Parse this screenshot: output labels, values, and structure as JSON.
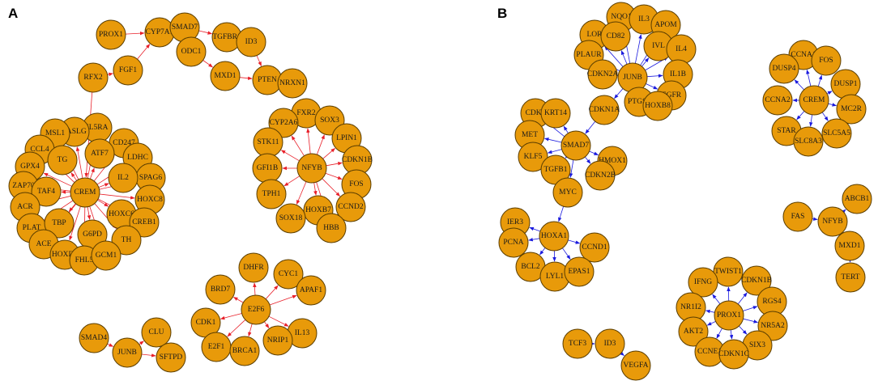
{
  "colors": {
    "node_fill": "#E89A0A",
    "node_stroke": "#5A3D00",
    "panel_a_edge": "#E8202A",
    "panel_b_edge": "#1A1ADE"
  },
  "panels": [
    {
      "letter": "A",
      "edge_color_key": "panel_a_edge",
      "nodes": [
        {
          "id": "PROX1a",
          "label": "PROX1"
        },
        {
          "id": "CYP7A1",
          "label": "CYP7A1"
        },
        {
          "id": "FGF1",
          "label": "FGF1"
        },
        {
          "id": "RFX2",
          "label": "RFX2"
        },
        {
          "id": "SMAD7a",
          "label": "SMAD7"
        },
        {
          "id": "TGFBR1",
          "label": "TGFBR1"
        },
        {
          "id": "ODC1",
          "label": "ODC1"
        },
        {
          "id": "ID3a",
          "label": "ID3"
        },
        {
          "id": "PTEN",
          "label": "PTEN"
        },
        {
          "id": "NRXN1",
          "label": "NRXN1"
        },
        {
          "id": "MXD1a",
          "label": "MXD1"
        },
        {
          "id": "CREMa",
          "label": "CREM"
        },
        {
          "id": "IL5RA",
          "label": "IL5RA"
        },
        {
          "id": "FASLG",
          "label": "FASLG"
        },
        {
          "id": "MSL1",
          "label": "MSL1"
        },
        {
          "id": "CD247",
          "label": "CD247"
        },
        {
          "id": "ATF7",
          "label": "ATF7"
        },
        {
          "id": "LDHC",
          "label": "LDHC"
        },
        {
          "id": "CCL4",
          "label": "CCL4"
        },
        {
          "id": "TG",
          "label": "TG"
        },
        {
          "id": "GPX4",
          "label": "GPX4"
        },
        {
          "id": "SPAG6",
          "label": "SPAG6"
        },
        {
          "id": "IL2",
          "label": "IL2"
        },
        {
          "id": "ZAP70",
          "label": "ZAP70"
        },
        {
          "id": "TAF4",
          "label": "TAF4"
        },
        {
          "id": "HOXC8",
          "label": "HOXC8"
        },
        {
          "id": "ACR",
          "label": "ACR"
        },
        {
          "id": "HOXC6",
          "label": "HOXC6"
        },
        {
          "id": "CREB1",
          "label": "CREB1"
        },
        {
          "id": "PLAT",
          "label": "PLAT"
        },
        {
          "id": "TBP",
          "label": "TBP"
        },
        {
          "id": "G6PD",
          "label": "G6PD"
        },
        {
          "id": "TH",
          "label": "TH"
        },
        {
          "id": "ACE",
          "label": "ACE"
        },
        {
          "id": "HOXD9",
          "label": "HOXD9"
        },
        {
          "id": "FHL5",
          "label": "FHL5"
        },
        {
          "id": "GCM1",
          "label": "GCM1"
        },
        {
          "id": "NFYBa",
          "label": "NFYB"
        },
        {
          "id": "FXR2",
          "label": "FXR2"
        },
        {
          "id": "SOX3",
          "label": "SOX3"
        },
        {
          "id": "CYP2A6",
          "label": "CYP2A6"
        },
        {
          "id": "LPIN1",
          "label": "LPIN1"
        },
        {
          "id": "STK11",
          "label": "STK11"
        },
        {
          "id": "CDKN1Ba",
          "label": "CDKN1B"
        },
        {
          "id": "GFI1B",
          "label": "GFI1B"
        },
        {
          "id": "FOSa",
          "label": "FOS"
        },
        {
          "id": "TPH1",
          "label": "TPH1"
        },
        {
          "id": "CCND2",
          "label": "CCND2"
        },
        {
          "id": "HOXB7",
          "label": "HOXB7"
        },
        {
          "id": "SOX18",
          "label": "SOX18"
        },
        {
          "id": "HBB",
          "label": "HBB"
        },
        {
          "id": "E2F6",
          "label": "E2F6"
        },
        {
          "id": "DHFR",
          "label": "DHFR"
        },
        {
          "id": "CYC1",
          "label": "CYC1"
        },
        {
          "id": "BRD7",
          "label": "BRD7"
        },
        {
          "id": "APAF1",
          "label": "APAF1"
        },
        {
          "id": "CDK1",
          "label": "CDK1"
        },
        {
          "id": "IL13",
          "label": "IL13"
        },
        {
          "id": "E2F1",
          "label": "E2F1"
        },
        {
          "id": "BRCA1",
          "label": "BRCA1"
        },
        {
          "id": "NRIP1",
          "label": "NRIP1"
        },
        {
          "id": "SMAD4",
          "label": "SMAD4"
        },
        {
          "id": "CLU",
          "label": "CLU"
        },
        {
          "id": "JUNBa",
          "label": "JUNB"
        },
        {
          "id": "SFTPD",
          "label": "SFTPD"
        }
      ],
      "edges": [
        [
          "PROX1a",
          "CYP7A1"
        ],
        [
          "FGF1",
          "CYP7A1"
        ],
        [
          "RFX2",
          "FGF1"
        ],
        [
          "RFX2",
          "CREMa"
        ],
        [
          "SMAD7a",
          "TGFBR1"
        ],
        [
          "SMAD7a",
          "ODC1"
        ],
        [
          "ODC1",
          "MXD1a"
        ],
        [
          "MXD1a",
          "PTEN"
        ],
        [
          "ID3a",
          "PTEN"
        ],
        [
          "PTEN",
          "NRXN1"
        ],
        [
          "CREMa",
          "IL5RA"
        ],
        [
          "CREMa",
          "FASLG"
        ],
        [
          "CREMa",
          "MSL1"
        ],
        [
          "CREMa",
          "CD247"
        ],
        [
          "CREMa",
          "ATF7"
        ],
        [
          "CREMa",
          "LDHC"
        ],
        [
          "CREMa",
          "CCL4"
        ],
        [
          "CREMa",
          "TG"
        ],
        [
          "CREMa",
          "GPX4"
        ],
        [
          "CREMa",
          "SPAG6"
        ],
        [
          "CREMa",
          "IL2"
        ],
        [
          "CREMa",
          "ZAP70"
        ],
        [
          "CREMa",
          "TAF4"
        ],
        [
          "CREMa",
          "HOXC8"
        ],
        [
          "CREMa",
          "ACR"
        ],
        [
          "CREMa",
          "HOXC6"
        ],
        [
          "CREMa",
          "CREB1"
        ],
        [
          "CREMa",
          "PLAT"
        ],
        [
          "CREMa",
          "TBP"
        ],
        [
          "CREMa",
          "G6PD"
        ],
        [
          "CREMa",
          "TH"
        ],
        [
          "CREMa",
          "ACE"
        ],
        [
          "CREMa",
          "HOXD9"
        ],
        [
          "CREMa",
          "FHL5"
        ],
        [
          "CREMa",
          "GCM1"
        ],
        [
          "NFYBa",
          "FXR2"
        ],
        [
          "NFYBa",
          "SOX3"
        ],
        [
          "NFYBa",
          "CYP2A6"
        ],
        [
          "NFYBa",
          "LPIN1"
        ],
        [
          "NFYBa",
          "STK11"
        ],
        [
          "NFYBa",
          "CDKN1Ba"
        ],
        [
          "NFYBa",
          "GFI1B"
        ],
        [
          "NFYBa",
          "FOSa"
        ],
        [
          "NFYBa",
          "TPH1"
        ],
        [
          "NFYBa",
          "CCND2"
        ],
        [
          "NFYBa",
          "HOXB7"
        ],
        [
          "NFYBa",
          "SOX18"
        ],
        [
          "NFYBa",
          "HBB"
        ],
        [
          "E2F6",
          "DHFR"
        ],
        [
          "E2F6",
          "CYC1"
        ],
        [
          "E2F6",
          "BRD7"
        ],
        [
          "E2F6",
          "APAF1"
        ],
        [
          "E2F6",
          "CDK1"
        ],
        [
          "E2F6",
          "IL13"
        ],
        [
          "E2F6",
          "E2F1"
        ],
        [
          "E2F6",
          "BRCA1"
        ],
        [
          "E2F6",
          "NRIP1"
        ],
        [
          "SMAD4",
          "JUNBa"
        ],
        [
          "JUNBa",
          "CLU"
        ],
        [
          "JUNBa",
          "SFTPD"
        ]
      ]
    },
    {
      "letter": "B",
      "edge_color_key": "panel_b_edge",
      "nodes": [
        {
          "id": "JUNBb",
          "label": "JUNB"
        },
        {
          "id": "NQO1",
          "label": "NQO1"
        },
        {
          "id": "IL3",
          "label": "IL3"
        },
        {
          "id": "APOM",
          "label": "APOM"
        },
        {
          "id": "LOR",
          "label": "LOR"
        },
        {
          "id": "CD82",
          "label": "CD82"
        },
        {
          "id": "IVL",
          "label": "IVL"
        },
        {
          "id": "IL4",
          "label": "IL4"
        },
        {
          "id": "PLAUR",
          "label": "PLAUR"
        },
        {
          "id": "IL1B",
          "label": "IL1B"
        },
        {
          "id": "CDKN2A",
          "label": "CDKN2A"
        },
        {
          "id": "EGFR",
          "label": "EGFR"
        },
        {
          "id": "PTGS2",
          "label": "PTGS2"
        },
        {
          "id": "HOXB8",
          "label": "HOXB8"
        },
        {
          "id": "CDKN1A",
          "label": "CDKN1A"
        },
        {
          "id": "SMAD7b",
          "label": "SMAD7"
        },
        {
          "id": "CDK1b",
          "label": "CDK1"
        },
        {
          "id": "KRT14",
          "label": "KRT14"
        },
        {
          "id": "MET",
          "label": "MET"
        },
        {
          "id": "HMOX1",
          "label": "HMOX1"
        },
        {
          "id": "KLF5",
          "label": "KLF5"
        },
        {
          "id": "TGFB1",
          "label": "TGFB1"
        },
        {
          "id": "CDKN2B",
          "label": "CDKN2B"
        },
        {
          "id": "MYC",
          "label": "MYC"
        },
        {
          "id": "HOXA1",
          "label": "HOXA1"
        },
        {
          "id": "IER3",
          "label": "IER3"
        },
        {
          "id": "PCNA",
          "label": "PCNA"
        },
        {
          "id": "CCND1",
          "label": "CCND1"
        },
        {
          "id": "BCL2",
          "label": "BCL2"
        },
        {
          "id": "LYL1",
          "label": "LYL1"
        },
        {
          "id": "EPAS1",
          "label": "EPAS1"
        },
        {
          "id": "CREMb",
          "label": "CREM"
        },
        {
          "id": "CCNA1",
          "label": "CCNA1"
        },
        {
          "id": "FOSb",
          "label": "FOS"
        },
        {
          "id": "DUSP4",
          "label": "DUSP4"
        },
        {
          "id": "DUSP1",
          "label": "DUSP1"
        },
        {
          "id": "CCNA2",
          "label": "CCNA2"
        },
        {
          "id": "MC2R",
          "label": "MC2R"
        },
        {
          "id": "STAR",
          "label": "STAR"
        },
        {
          "id": "SLC8A3",
          "label": "SLC8A3"
        },
        {
          "id": "SLC5A5",
          "label": "SLC5A5"
        },
        {
          "id": "NFYBb",
          "label": "NFYB"
        },
        {
          "id": "FAS",
          "label": "FAS"
        },
        {
          "id": "ABCB1",
          "label": "ABCB1"
        },
        {
          "id": "MXD1b",
          "label": "MXD1"
        },
        {
          "id": "TERT",
          "label": "TERT"
        },
        {
          "id": "PROX1b",
          "label": "PROX1"
        },
        {
          "id": "TWIST1",
          "label": "TWIST1"
        },
        {
          "id": "IFNG",
          "label": "IFNG"
        },
        {
          "id": "CDKN1Bb",
          "label": "CDKN1B"
        },
        {
          "id": "RGS4",
          "label": "RGS4"
        },
        {
          "id": "NR1I2",
          "label": "NR1I2"
        },
        {
          "id": "NR5A2",
          "label": "NR5A2"
        },
        {
          "id": "AKT2",
          "label": "AKT2"
        },
        {
          "id": "SIX3",
          "label": "SIX3"
        },
        {
          "id": "CCNE1",
          "label": "CCNE1"
        },
        {
          "id": "CDKN1C",
          "label": "CDKN1C"
        },
        {
          "id": "TCF3",
          "label": "TCF3"
        },
        {
          "id": "ID3b",
          "label": "ID3"
        },
        {
          "id": "VEGFA",
          "label": "VEGFA"
        }
      ],
      "edges": [
        [
          "JUNBb",
          "NQO1"
        ],
        [
          "JUNBb",
          "IL3"
        ],
        [
          "JUNBb",
          "APOM"
        ],
        [
          "JUNBb",
          "LOR"
        ],
        [
          "JUNBb",
          "CD82"
        ],
        [
          "JUNBb",
          "IVL"
        ],
        [
          "JUNBb",
          "IL4"
        ],
        [
          "JUNBb",
          "PLAUR"
        ],
        [
          "JUNBb",
          "IL1B"
        ],
        [
          "JUNBb",
          "CDKN2A"
        ],
        [
          "JUNBb",
          "EGFR"
        ],
        [
          "JUNBb",
          "PTGS2"
        ],
        [
          "JUNBb",
          "HOXB8"
        ],
        [
          "JUNBb",
          "CDKN1A"
        ],
        [
          "CDKN1A",
          "SMAD7b"
        ],
        [
          "SMAD7b",
          "CDK1b"
        ],
        [
          "SMAD7b",
          "KRT14"
        ],
        [
          "SMAD7b",
          "MET"
        ],
        [
          "SMAD7b",
          "HMOX1"
        ],
        [
          "SMAD7b",
          "KLF5"
        ],
        [
          "SMAD7b",
          "TGFB1"
        ],
        [
          "SMAD7b",
          "CDKN2B"
        ],
        [
          "SMAD7b",
          "MYC"
        ],
        [
          "MYC",
          "HOXA1"
        ],
        [
          "HOXA1",
          "IER3"
        ],
        [
          "HOXA1",
          "PCNA"
        ],
        [
          "HOXA1",
          "CCND1"
        ],
        [
          "HOXA1",
          "BCL2"
        ],
        [
          "HOXA1",
          "LYL1"
        ],
        [
          "HOXA1",
          "EPAS1"
        ],
        [
          "CREMb",
          "CCNA1"
        ],
        [
          "CREMb",
          "FOSb"
        ],
        [
          "CREMb",
          "DUSP4"
        ],
        [
          "CREMb",
          "DUSP1"
        ],
        [
          "CREMb",
          "CCNA2"
        ],
        [
          "CREMb",
          "MC2R"
        ],
        [
          "CREMb",
          "STAR"
        ],
        [
          "CREMb",
          "SLC8A3"
        ],
        [
          "CREMb",
          "SLC5A5"
        ],
        [
          "FAS",
          "NFYBb"
        ],
        [
          "NFYBb",
          "ABCB1"
        ],
        [
          "MXD1b",
          "TERT"
        ],
        [
          "PROX1b",
          "TWIST1"
        ],
        [
          "PROX1b",
          "IFNG"
        ],
        [
          "PROX1b",
          "CDKN1Bb"
        ],
        [
          "PROX1b",
          "RGS4"
        ],
        [
          "PROX1b",
          "NR1I2"
        ],
        [
          "PROX1b",
          "NR5A2"
        ],
        [
          "PROX1b",
          "AKT2"
        ],
        [
          "PROX1b",
          "SIX3"
        ],
        [
          "PROX1b",
          "CCNE1"
        ],
        [
          "PROX1b",
          "CDKN1C"
        ],
        [
          "TCF3",
          "ID3b"
        ],
        [
          "ID3b",
          "VEGFA"
        ]
      ]
    }
  ]
}
